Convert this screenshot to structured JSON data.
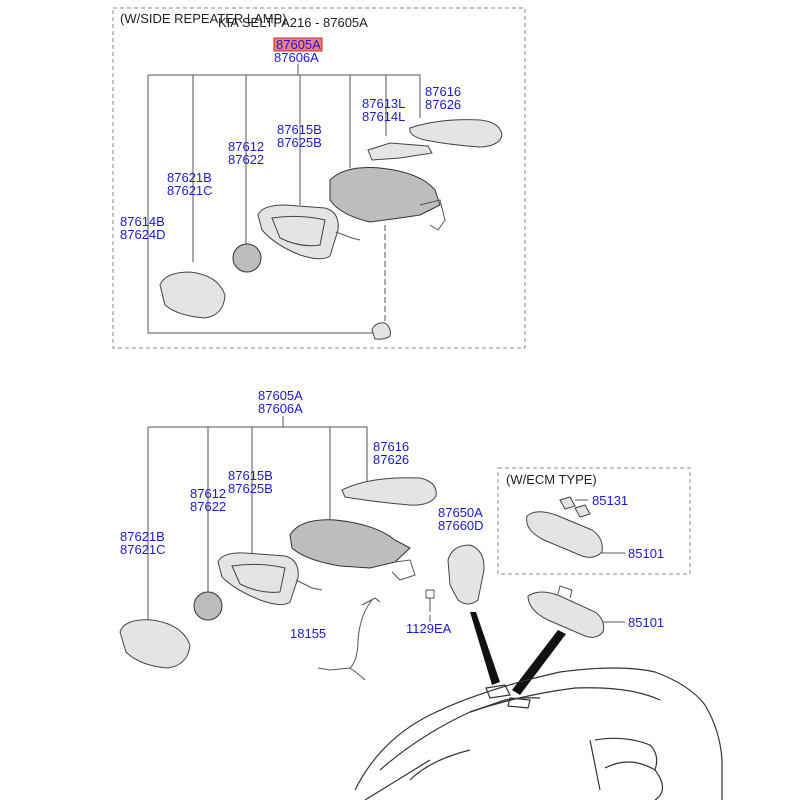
{
  "colors": {
    "label": "#1a1acc",
    "highlight": "#f08080",
    "line": "#555555"
  },
  "upper_group": {
    "title": "(W/SIDE REPEATER LAMP)",
    "caption": "KIA SELTPA216 - 87605A",
    "assy_highlighted": "87605A",
    "assy_2": "87606A",
    "cover": [
      "87616",
      "87626"
    ],
    "repeater": [
      "87613L",
      "87614L"
    ],
    "housing": [
      "87615B",
      "87625B"
    ],
    "actuator": [
      "87612",
      "87622"
    ],
    "mirror_glass": [
      "87621B",
      "87621C"
    ],
    "lens": [
      "87614B",
      "87624D"
    ]
  },
  "lower_group": {
    "assy": [
      "87605A",
      "87606A"
    ],
    "cover": [
      "87616",
      "87626"
    ],
    "housing": [
      "87615B",
      "87625B"
    ],
    "actuator": [
      "87612",
      "87622"
    ],
    "mirror_glass": [
      "87621B",
      "87621C"
    ],
    "puddle_lamp": [
      "87650A",
      "87660D"
    ],
    "bolt": "1129EA",
    "wiring": "18155",
    "inside_mirror": "85101"
  },
  "ecm_group": {
    "title": "(W/ECM TYPE)",
    "cover": "85131",
    "mirror": "85101"
  }
}
